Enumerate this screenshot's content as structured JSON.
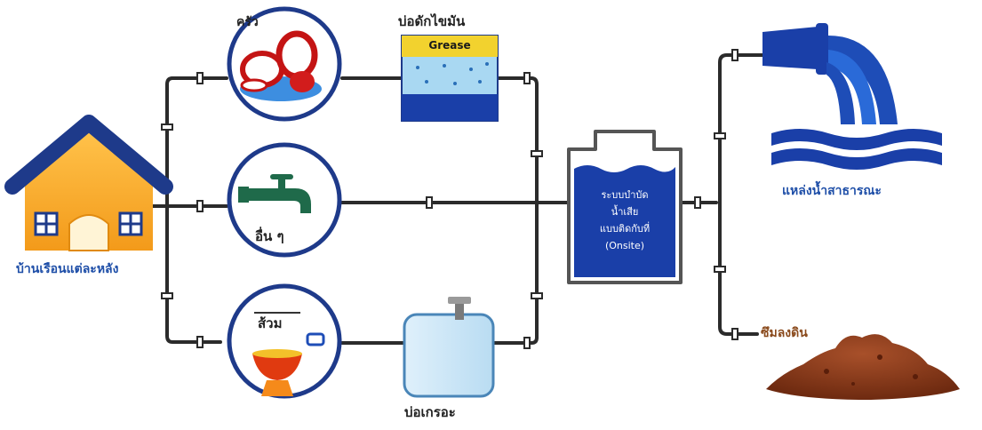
{
  "labels": {
    "house": "บ้านเรือนแต่ละหลัง",
    "kitchen": "ครัว",
    "others": "อื่น ๆ",
    "toilet": "ส้วม",
    "grease_trap": "บ่อดักไขมัน",
    "grease_word": "Grease",
    "septic_tank": "บ่อเกรอะ",
    "onsite_title": "ระบบบำบัดน้ำเสียแบบติดกับที่",
    "onsite_lines": [
      "ระบบบำบัด",
      "น้ำเสีย",
      "แบบติดกับที่"
    ],
    "onsite_en": "(Onsite)",
    "public_water": "แหล่งน้ำสาธารณะ",
    "ground": "ซึมลงดิน"
  },
  "colors": {
    "roof": "#1e3a8a",
    "house": "#f5a623",
    "pipe": "#2b2b2b",
    "water": "#1e4db7",
    "grease": "#f2d22e",
    "soil": "#8b3a1a"
  }
}
